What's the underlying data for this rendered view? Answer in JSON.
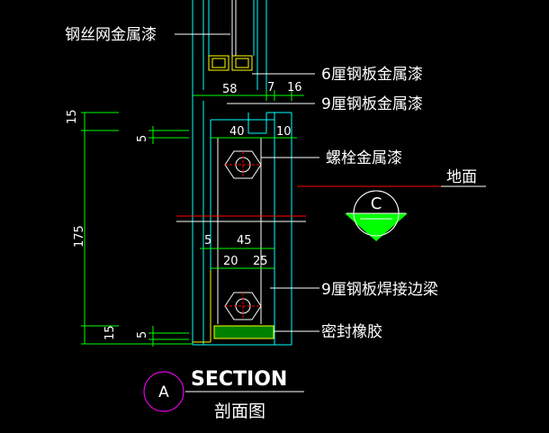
{
  "labels": {
    "mesh": "钢丝网金属漆",
    "plate6": "6厘钢板金属漆",
    "plate9": "9厘钢板金属漆",
    "bolt": "螺栓金属漆",
    "ground": "地面",
    "edgebeam": "9厘钢板焊接边梁",
    "sealant": "密封橡胶"
  },
  "dimensions": {
    "top": [
      "58",
      "7",
      "16"
    ],
    "mid": [
      "40",
      "10"
    ],
    "lower1": [
      "5",
      "45"
    ],
    "lower2": [
      "20",
      "25"
    ],
    "left_outer": [
      "15",
      "175",
      "15"
    ],
    "left_inner": [
      "5",
      "5"
    ]
  },
  "section_marker": {
    "letter": "C",
    "dash": "—"
  },
  "title_block": {
    "letter": "A",
    "title": "SECTION",
    "subtitle": "剖面图"
  },
  "colors": {
    "background": "#000000",
    "cyan": "#00ffff",
    "green": "#00ff00",
    "red": "#ff0000",
    "yellow": "#ffff00",
    "magenta": "#ff00ff",
    "white": "#ffffff"
  }
}
